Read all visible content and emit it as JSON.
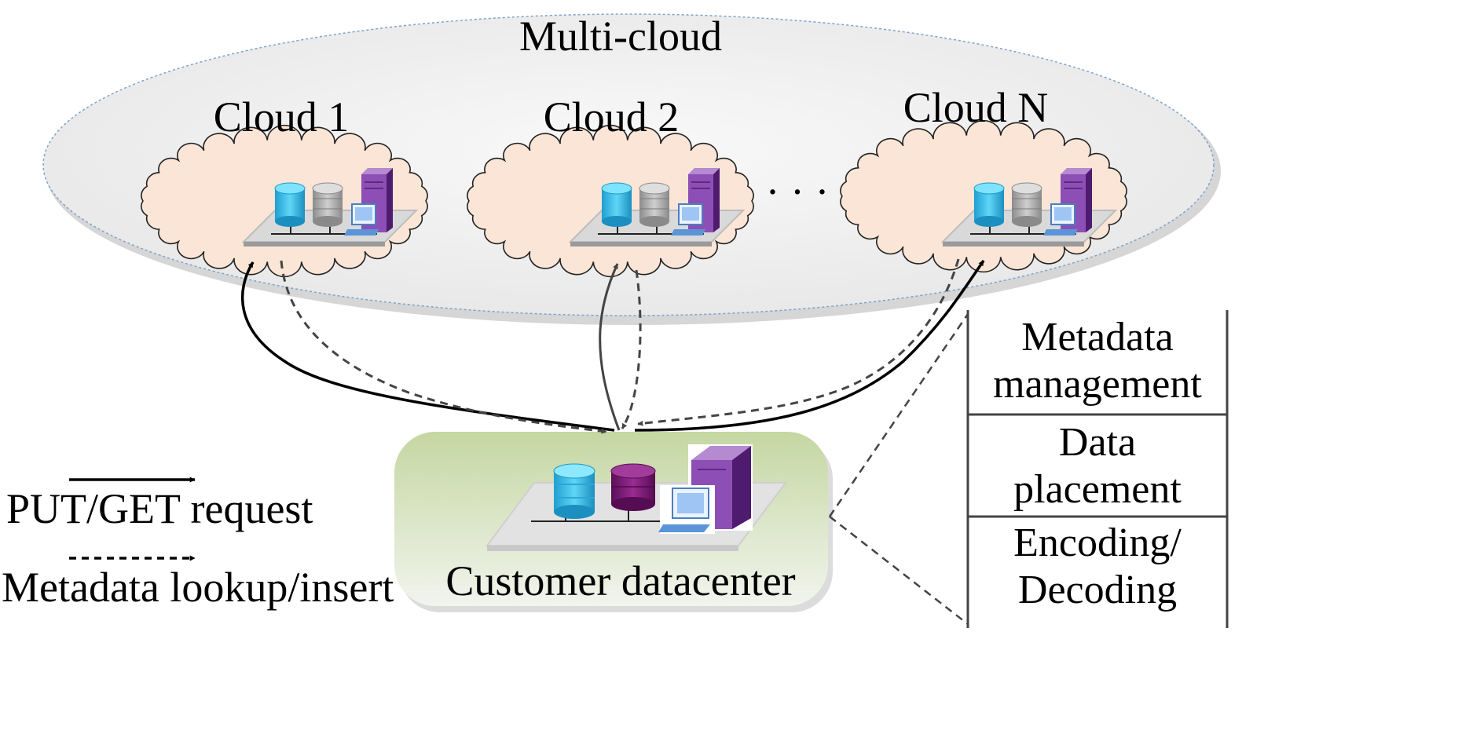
{
  "multicloud": {
    "title": "Multi-cloud",
    "clouds": [
      {
        "label": "Cloud 1"
      },
      {
        "label": "Cloud 2"
      },
      {
        "label": "Cloud N"
      }
    ],
    "ellipsis": "· · ·"
  },
  "datacenter": {
    "label": "Customer datacenter"
  },
  "layers": {
    "items": [
      {
        "line1": "Metadata",
        "line2": "management"
      },
      {
        "line1": "Data",
        "line2": "placement"
      },
      {
        "line1": "Encoding/",
        "line2": "Decoding"
      }
    ]
  },
  "legend": {
    "solid_label": "PUT/GET request",
    "dashed_label": "Metadata lookup/insert"
  },
  "colors": {
    "multicloud_fill": "#efefef",
    "multicloud_border": "#7fa3c9",
    "cloud_fill": "#fbe5d6",
    "datacenter_top": "#c6d9a6",
    "datacenter_bottom": "#f0f3ea",
    "db_blue": "#35c2ef",
    "db_gray": "#a6a6a6",
    "server_purple": "#7b3f9e",
    "db_purple": "#7a1c74"
  }
}
